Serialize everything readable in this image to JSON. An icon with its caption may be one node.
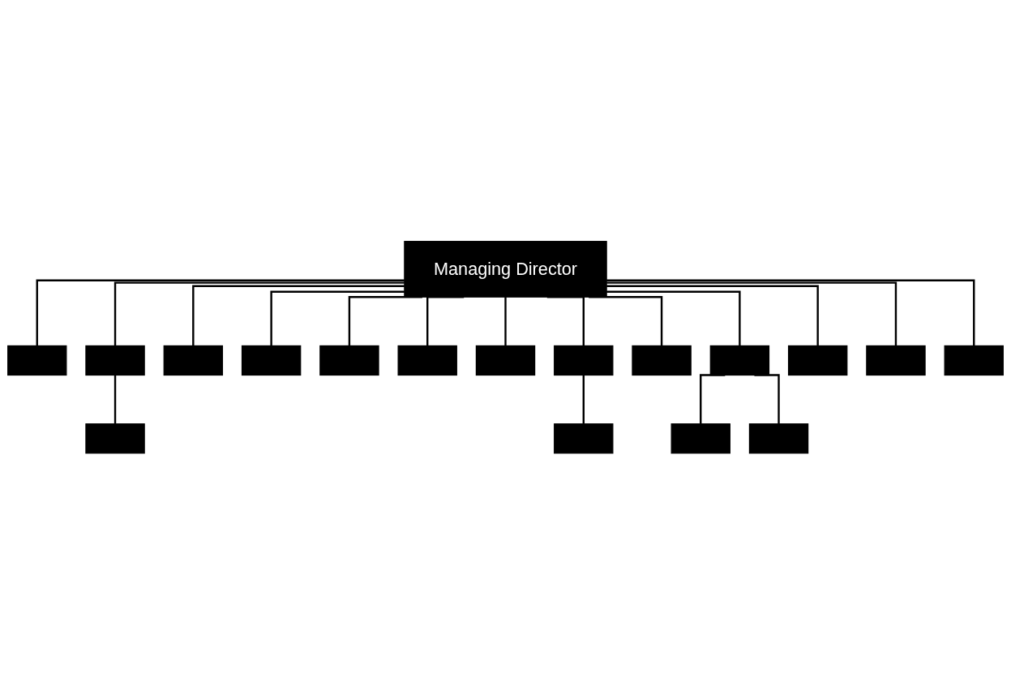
{
  "diagram": {
    "nodes": [
      {
        "text": [
          "Managing Director"
        ]
      },
      {
        "text": [],
        "shape": "box"
      },
      {
        "text": [],
        "shape": "box"
      },
      {
        "text": [],
        "shape": "box"
      },
      {
        "text": [],
        "shape": "box"
      },
      {
        "text": [],
        "shape": "box"
      },
      {
        "text": [],
        "shape": "box"
      },
      {
        "text": [],
        "shape": "box"
      },
      {
        "text": [],
        "shape": "box"
      },
      {
        "text": [],
        "shape": "box"
      },
      {
        "text": [],
        "shape": "box"
      },
      {
        "text": [],
        "shape": "box"
      },
      {
        "text": [],
        "shape": "box"
      },
      {
        "text": [],
        "shape": "box"
      },
      {
        "text": [],
        "shape": "box"
      },
      {
        "text": [],
        "shape": "box"
      },
      {
        "text": [],
        "shape": "box"
      },
      {
        "text": [],
        "shape": "box"
      }
    ],
    "edges": [
      {
        "from": 0,
        "to": 1,
        "arrow": "none"
      },
      {
        "from": 0,
        "to": 4,
        "arrow": "none"
      },
      {
        "from": 0,
        "to": 8,
        "arrow": "none"
      },
      {
        "from": 0,
        "to": 10,
        "arrow": "none"
      },
      {
        "from": 0,
        "to": 13,
        "arrow": "none"
      },
      {
        "from": 0,
        "to": 16,
        "arrow": "none"
      },
      {
        "from": 0,
        "to": 2,
        "arrow": "none"
      },
      {
        "from": 0,
        "to": 3,
        "arrow": "none"
      },
      {
        "from": 0,
        "to": 7,
        "arrow": "none"
      },
      {
        "from": 0,
        "to": 9,
        "arrow": "none"
      },
      {
        "from": 0,
        "to": 12,
        "arrow": "none"
      },
      {
        "from": 0,
        "to": 15,
        "arrow": "none"
      },
      {
        "from": 0,
        "to": 17,
        "arrow": "none"
      },
      {
        "from": 2,
        "to": 5,
        "arrow": "none"
      },
      {
        "from": 2,
        "to": 6,
        "arrow": "none"
      },
      {
        "from": 10,
        "to": 11,
        "arrow": "none"
      },
      {
        "from": 13,
        "to": 14,
        "arrow": "none"
      }
    ]
  }
}
